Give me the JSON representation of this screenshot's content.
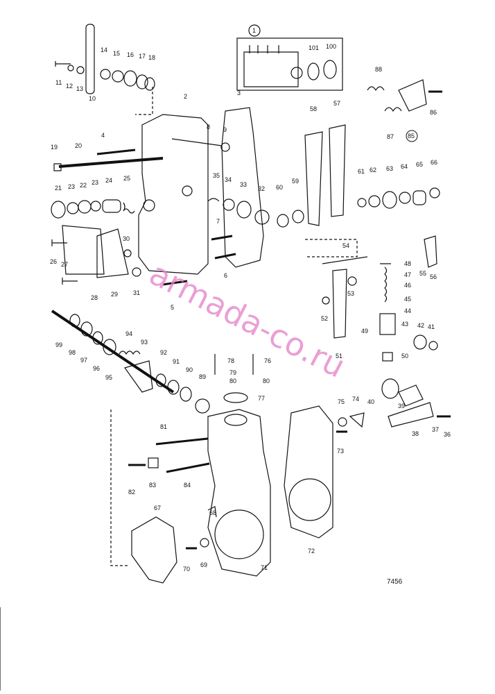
{
  "diagram": {
    "inset_label": "1",
    "drawing_code": "7456",
    "watermark": "armada-co.ru",
    "labels": {
      "l1": "1",
      "l2": "2",
      "l3": "3",
      "l4": "4",
      "l5": "5",
      "l6": "6",
      "l7": "7",
      "l8": "8",
      "l9": "9",
      "l10": "10",
      "l11": "11",
      "l12": "12",
      "l13": "13",
      "l14": "14",
      "l15": "15",
      "l16": "16",
      "l17": "17",
      "l18": "18",
      "l19": "19",
      "l20": "20",
      "l21": "21",
      "l22": "22",
      "l23a": "23",
      "l23b": "23",
      "l24": "24",
      "l25": "25",
      "l26": "26",
      "l27": "27",
      "l28": "28",
      "l29": "29",
      "l30": "30",
      "l31": "31",
      "l32": "32",
      "l33": "33",
      "l34": "34",
      "l35": "35",
      "l36": "36",
      "l37": "37",
      "l38": "38",
      "l39": "39",
      "l40": "40",
      "l41": "41",
      "l42": "42",
      "l43": "43",
      "l44": "44",
      "l45": "45",
      "l46": "46",
      "l47": "47",
      "l48": "48",
      "l49": "49",
      "l50": "50",
      "l51": "51",
      "l52": "52",
      "l53": "53",
      "l54": "54",
      "l55": "55",
      "l56": "56",
      "l57": "57",
      "l58": "58",
      "l59": "59",
      "l60": "60",
      "l61": "61",
      "l62": "62",
      "l63": "63",
      "l64": "64",
      "l65": "65",
      "l66": "66",
      "l67": "67",
      "l68": "68",
      "l69": "69",
      "l70": "70",
      "l71": "71",
      "l72": "72",
      "l73": "73",
      "l74": "74",
      "l75": "75",
      "l76": "76",
      "l77": "77",
      "l78": "78",
      "l79": "79",
      "l80": "80",
      "l81": "81",
      "l82": "82",
      "l83": "83",
      "l84": "84",
      "l85": "85",
      "l86": "86",
      "l87": "87",
      "l88": "88",
      "l89": "89",
      "l90": "90",
      "l91": "91",
      "l92": "92",
      "l93": "93",
      "l94": "94",
      "l95": "95",
      "l96": "96",
      "l97": "97",
      "l98": "98",
      "l99": "99",
      "l100": "100",
      "l101": "101"
    }
  }
}
